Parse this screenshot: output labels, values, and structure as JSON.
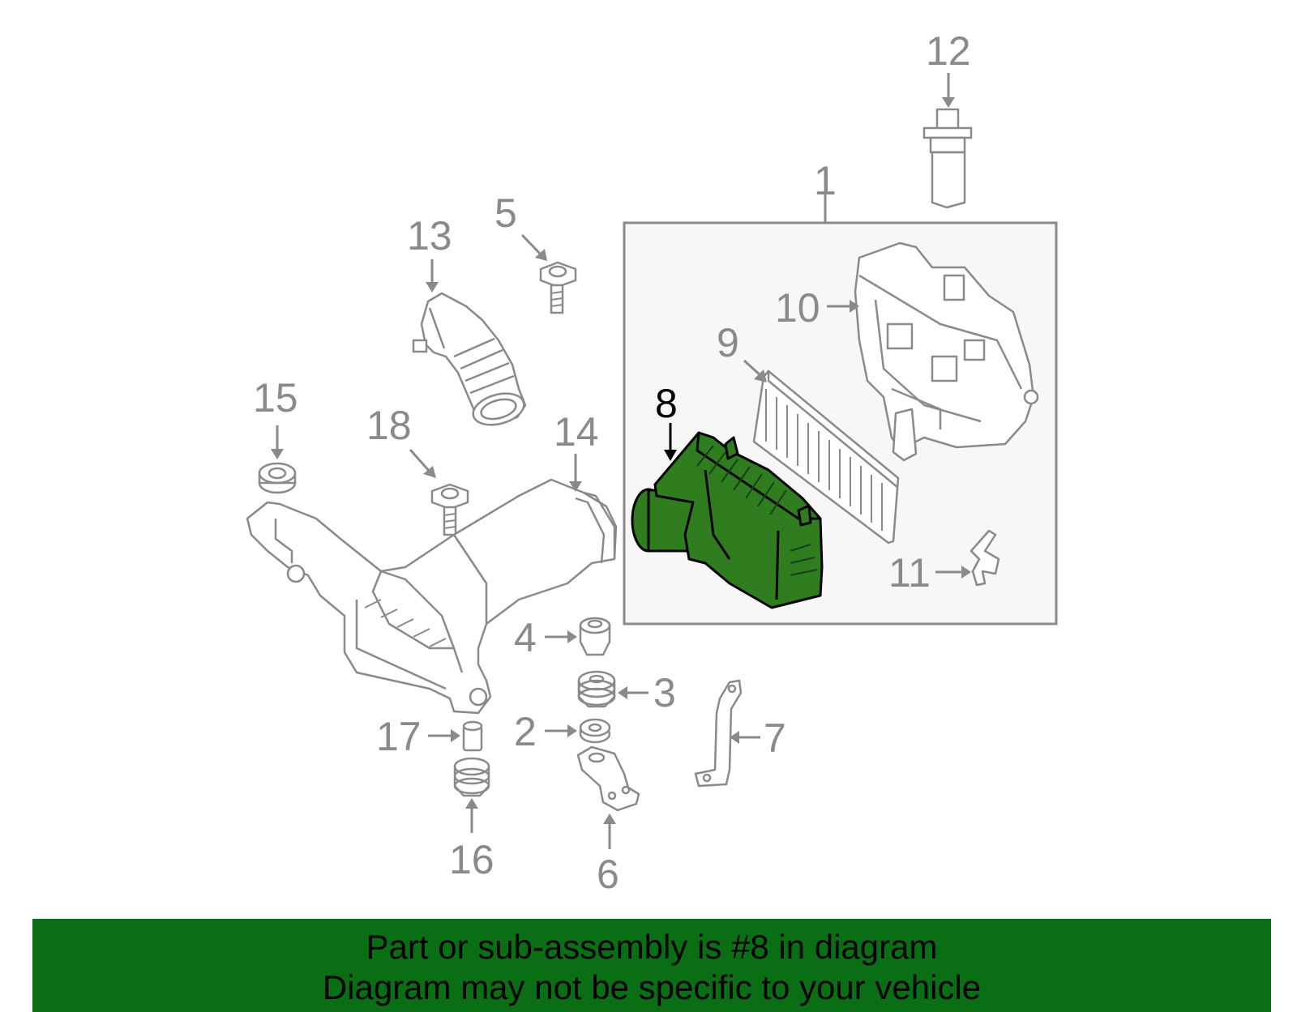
{
  "labels": {
    "p1": "1",
    "p2": "2",
    "p3": "3",
    "p4": "4",
    "p5": "5",
    "p6": "6",
    "p7": "7",
    "p8": "8",
    "p9": "9",
    "p10": "10",
    "p11": "11",
    "p12": "12",
    "p13": "13",
    "p14": "14",
    "p15": "15",
    "p16": "16",
    "p17": "17",
    "p18": "18"
  },
  "highlight": {
    "part": "8",
    "color": "#2f7d1f"
  },
  "banner": {
    "line1": "Part or sub-assembly is #8 in diagram",
    "line2": "Diagram may not be specific to your vehicle",
    "background": "#0a6e14"
  }
}
